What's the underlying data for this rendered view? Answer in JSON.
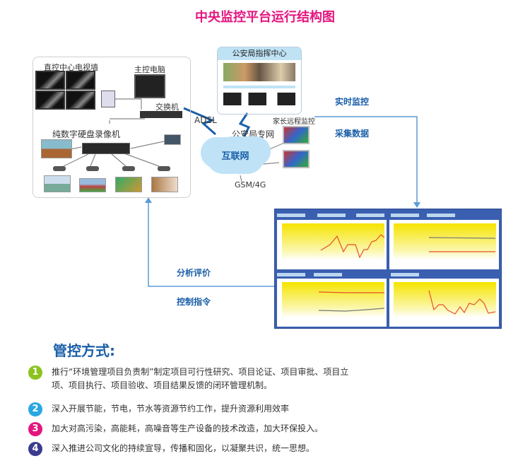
{
  "title": "中央监控平台运行结构图",
  "diagram": {
    "tv_wall": "直控中心电视墙",
    "main_pc": "主控电脑",
    "switch": "交换机",
    "nvr": "纯数字硬盘录像机",
    "adsl": "ADSL",
    "police_center": "公安局指挥中心",
    "police_net": "公安局专网",
    "internet": "互联网",
    "gsm": "GSM/4G",
    "parent_monitor": "家长远程监控",
    "realtime": "实时监控",
    "collect": "采集数据",
    "analyze": "分析评价",
    "control": "控制指令"
  },
  "section_title": "管控方式:",
  "items": [
    {
      "num": "1",
      "color": "#8dc21f",
      "text": "推行“环境管理项目负责制”制定项目可行性研究、项目论证、项目审批、项目立项、项目执行、项目验收、项目结果反馈的闭环管理机制。"
    },
    {
      "num": "2",
      "color": "#29a7e1",
      "text": "深入开展节能，节电，节水等资源节约工作，提升资源利用效率"
    },
    {
      "num": "3",
      "color": "#e4157f",
      "text": "加大对高污染，高能耗，高噪音等生产设备的技术改造，加大环保投入。"
    },
    {
      "num": "4",
      "color": "#3b3b8f",
      "text": "深入推进公司文化的持续宣导，传播和固化，以凝聚共识，统一思想。"
    }
  ],
  "colors": {
    "title": "#e4157f",
    "accent": "#1a5fa8",
    "arrow": "#5b9bd5"
  }
}
